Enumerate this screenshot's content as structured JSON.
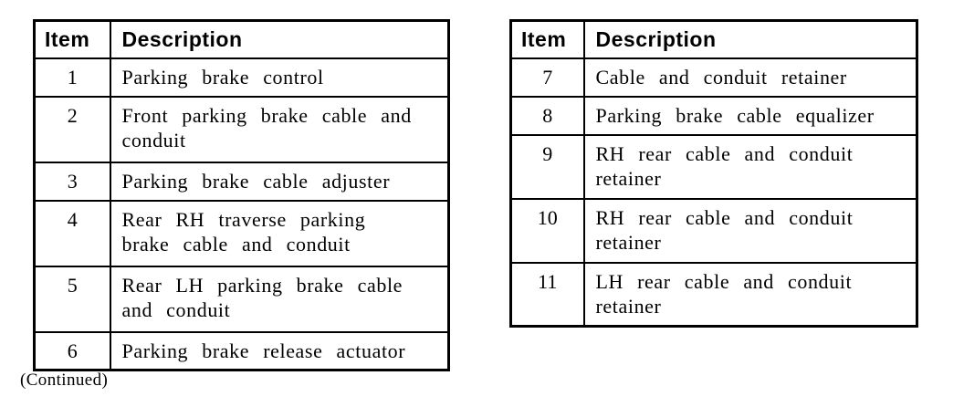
{
  "page": {
    "background_color": "#ffffff",
    "text_color": "#000000",
    "border_color": "#000000",
    "continued_note": "(Continued)"
  },
  "left_table": {
    "headers": {
      "item": "Item",
      "description": "Description"
    },
    "rows": [
      {
        "item": "1",
        "description": "Parking brake control"
      },
      {
        "item": "2",
        "description": "Front parking brake cable and\nconduit"
      },
      {
        "item": "3",
        "description": "Parking brake cable adjuster"
      },
      {
        "item": "4",
        "description": "Rear RH traverse parking\nbrake cable and conduit"
      },
      {
        "item": "5",
        "description": "Rear LH parking brake cable\nand conduit"
      },
      {
        "item": "6",
        "description": "Parking brake release actuator"
      }
    ]
  },
  "right_table": {
    "headers": {
      "item": "Item",
      "description": "Description"
    },
    "rows": [
      {
        "item": "7",
        "description": "Cable and conduit retainer"
      },
      {
        "item": "8",
        "description": "Parking brake cable equalizer"
      },
      {
        "item": "9",
        "description": "RH rear cable and conduit\nretainer"
      },
      {
        "item": "10",
        "description": "RH rear cable and conduit\nretainer"
      },
      {
        "item": "11",
        "description": "LH rear cable and conduit\nretainer"
      }
    ]
  }
}
